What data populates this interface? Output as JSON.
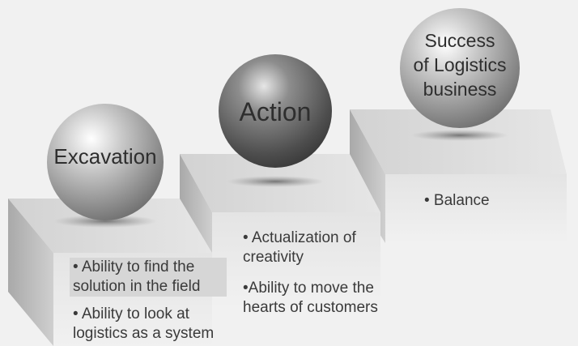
{
  "steps": [
    {
      "label": "Excavation",
      "bullets": [
        "• Ability to find the\nsolution in the field",
        "• Ability to look at\nlogistics as a system"
      ]
    },
    {
      "label": "Action",
      "bullets": [
        "• Actualization of\ncreativity",
        "•Ability to move the\nhearts of customers"
      ]
    },
    {
      "label": "Success\nof Logistics\nbusiness",
      "bullets": [
        "• Balance"
      ]
    }
  ]
}
